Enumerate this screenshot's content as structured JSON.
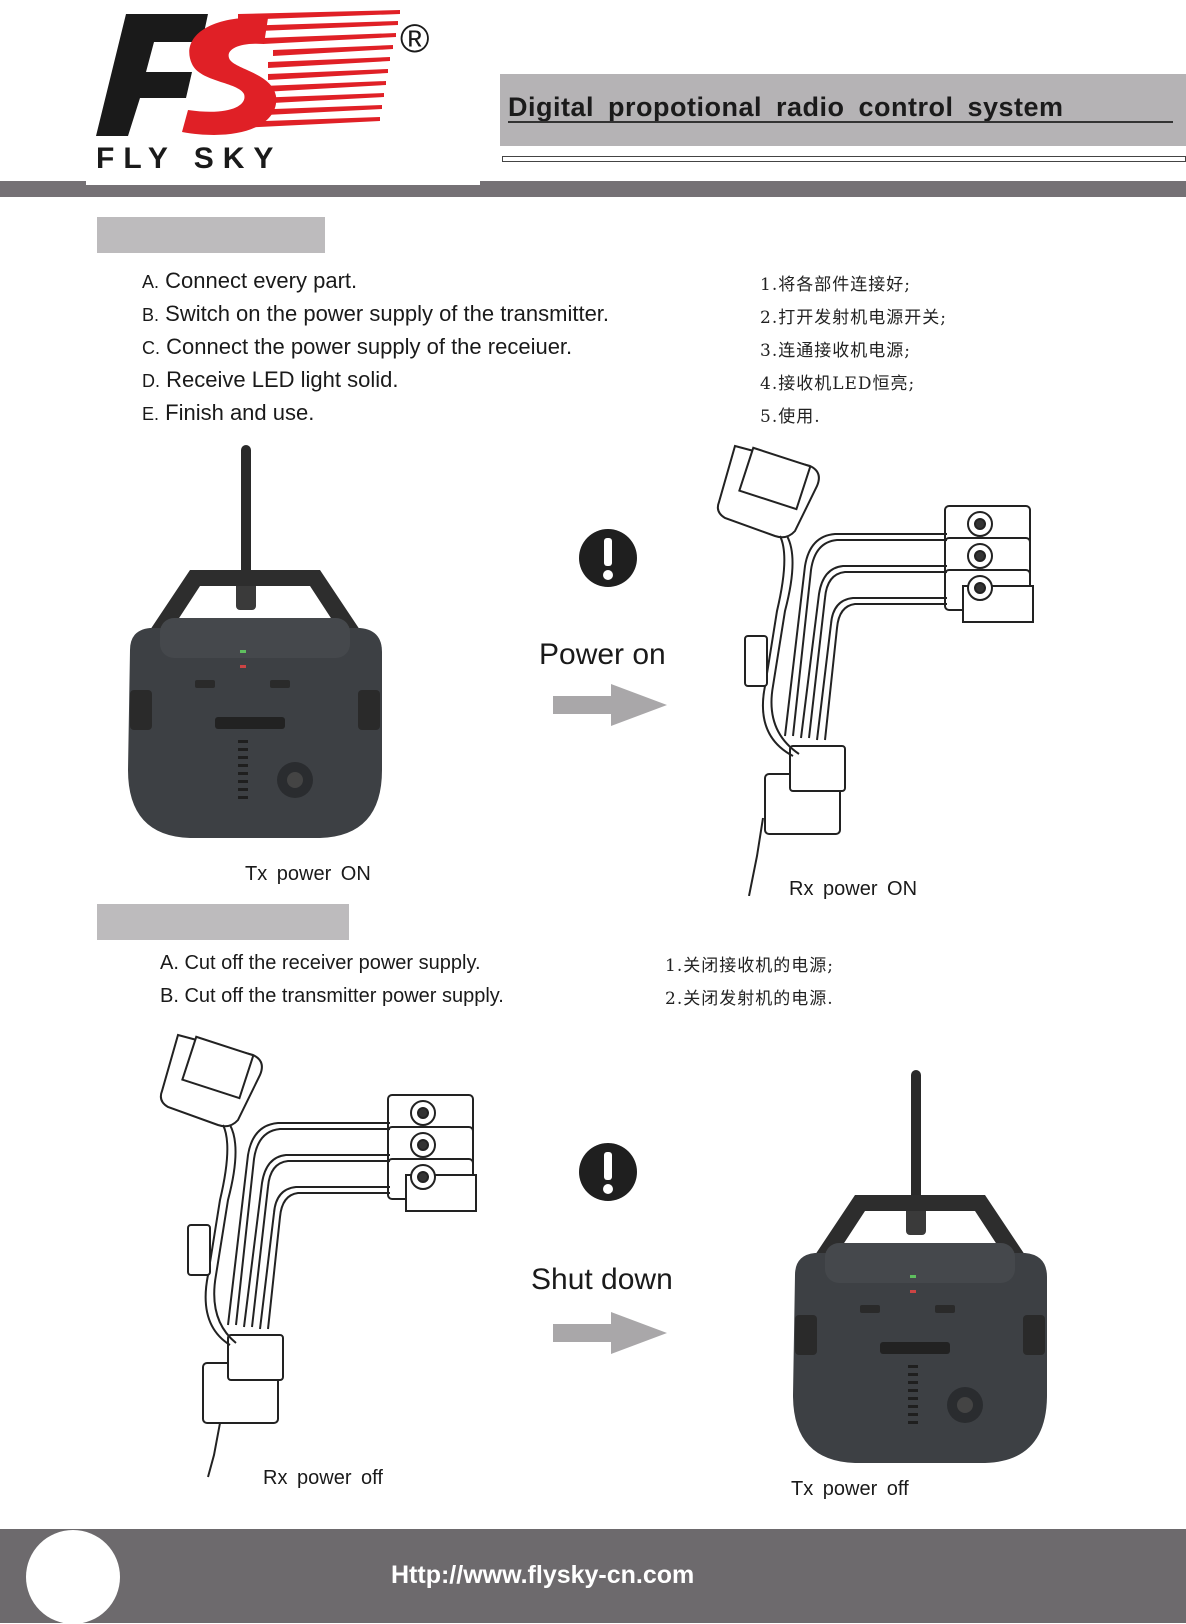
{
  "header": {
    "logo_mark": "FS",
    "logo_text": "FLY SKY",
    "registered": "®",
    "title": "Digital propotional radio control system"
  },
  "power_on": {
    "steps_en": [
      {
        "letter": "A.",
        "text": "Connect every part."
      },
      {
        "letter": "B.",
        "text": "Switch on the power supply of the transmitter."
      },
      {
        "letter": "C.",
        "text": "Connect the power supply of the receiuer."
      },
      {
        "letter": "D.",
        "text": "Receive LED light solid."
      },
      {
        "letter": "E.",
        "text": "Finish and use."
      }
    ],
    "steps_cn": [
      "1.将各部件连接好;",
      "2.打开发射机电源开关;",
      "3.连通接收机电源;",
      "4.接收机LED恒亮;",
      "5.使用."
    ],
    "action_label": "Power on",
    "tx_caption": "Tx  power  ON",
    "rx_caption": "Rx  power  ON"
  },
  "shut_down": {
    "steps_en": [
      "A. Cut off the receiver power supply.",
      "B. Cut off the transmitter power supply."
    ],
    "steps_cn": [
      "1.关闭接收机的电源;",
      "2.关闭发射机的电源."
    ],
    "action_label": "Shut down",
    "rx_caption": "Rx  power  off",
    "tx_caption": "Tx  power  off"
  },
  "footer": {
    "url": "Http://www.flysky-cn.com"
  },
  "colors": {
    "logo_red": "#e02026",
    "logo_black": "#1a1a1a",
    "band_gray": "#b5b3b5",
    "bar_gray": "#757175",
    "arrow_gray": "#a9a7a9"
  }
}
